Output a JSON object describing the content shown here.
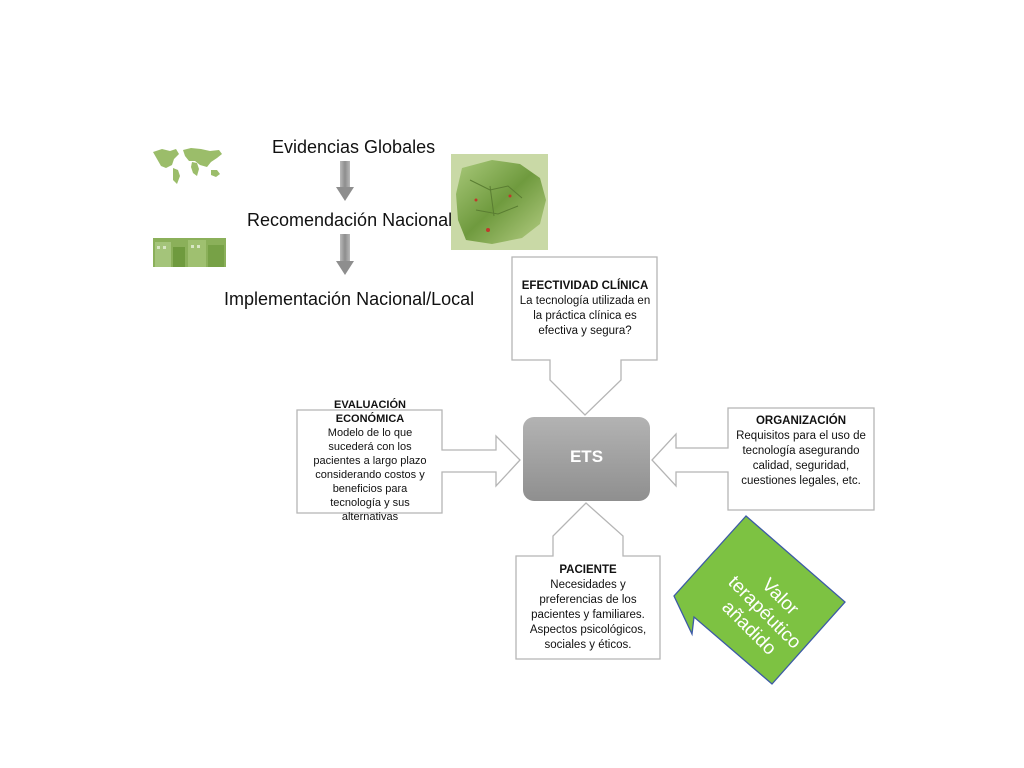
{
  "flow": {
    "step1": "Evidencias Globales",
    "step2": "Recomendación Nacional",
    "step3": "Implementación Nacional/Local"
  },
  "icons": {
    "world_map": "world-map-icon",
    "country_map": "uruguay-map-image",
    "buildings": "buildings-photo"
  },
  "center": {
    "label": "ETS"
  },
  "efectividad": {
    "title": "EFECTIVIDAD CLÍNICA",
    "body": "La tecnología utilizada en la práctica clínica es efectiva y segura?"
  },
  "evaluacion": {
    "title": "EVALUACIÓN ECONÓMICA",
    "body": "Modelo de lo que sucederá con los pacientes a largo plazo considerando costos y beneficios para tecnología y sus alternativas"
  },
  "organizacion": {
    "title": "ORGANIZACIÓN",
    "body": "Requisitos para el uso de tecnología asegurando calidad, seguridad, cuestiones legales, etc."
  },
  "paciente": {
    "title": "PACIENTE",
    "body": "Necesidades y preferencias de los pacientes y familiares. Aspectos psicológicos, sociales y éticos."
  },
  "valor": {
    "label": "Valor terapéutico añadido"
  },
  "colors": {
    "arrow_gray": "#9a9a9a",
    "callout_border": "#b5b5b5",
    "ets_gray": "#a6a6a6",
    "green_badge": "#7dc242",
    "badge_border": "#3c5aa6",
    "map_green": "#8bb05a"
  }
}
